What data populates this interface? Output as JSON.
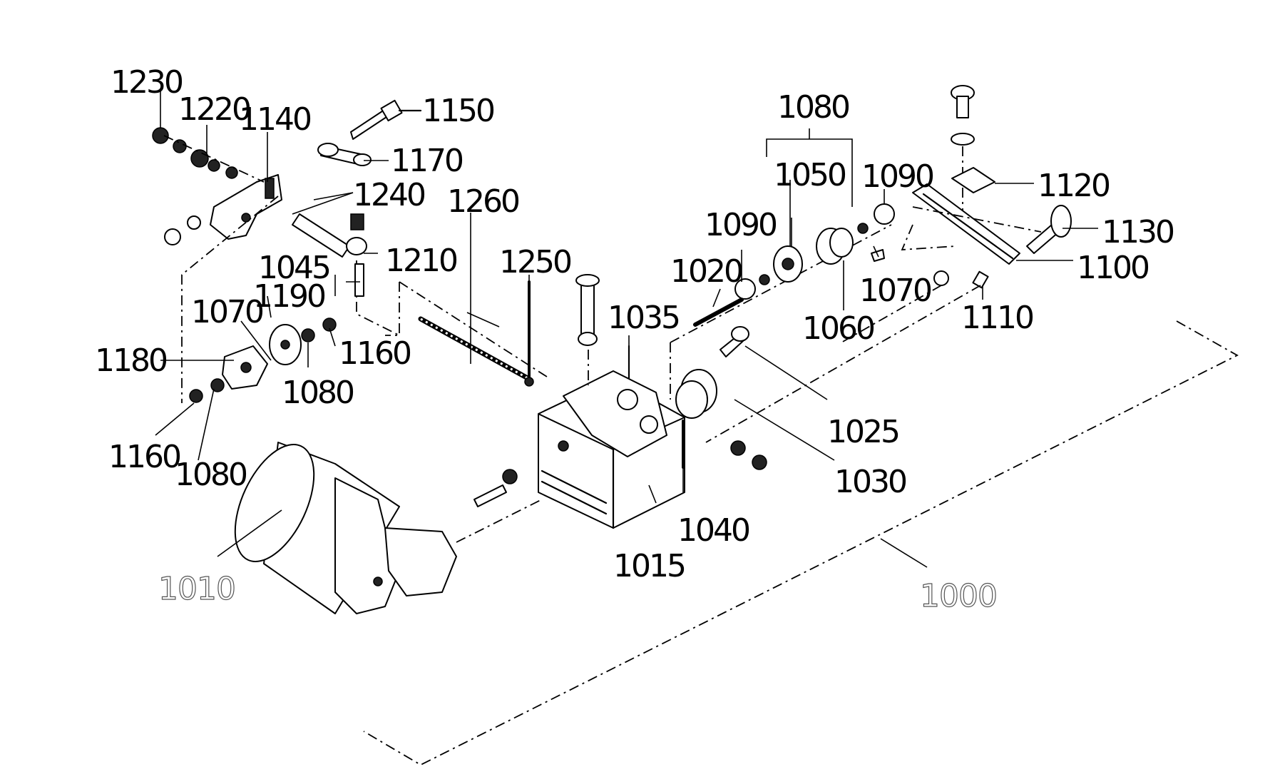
{
  "labels": {
    "p1000": "1000",
    "p1010": "1010",
    "p1015": "1015",
    "p1020": "1020",
    "p1025": "1025",
    "p1030": "1030",
    "p1035": "1035",
    "p1040": "1040",
    "p1045": "1045",
    "p1050": "1050",
    "p1060": "1060",
    "p1070_left": "1070",
    "p1070_right": "1070",
    "p1080_top": "1080",
    "p1080_mid": "1080",
    "p1080_low": "1080",
    "p1090_left": "1090",
    "p1090_right": "1090",
    "p1100": "1100",
    "p1110": "1110",
    "p1120": "1120",
    "p1130": "1130",
    "p1140": "1140",
    "p1150": "1150",
    "p1160_mid": "1160",
    "p1160_low": "1160",
    "p1170": "1170",
    "p1180": "1180",
    "p1190": "1190",
    "p1210": "1210",
    "p1220": "1220",
    "p1230": "1230",
    "p1240": "1240",
    "p1250": "1250",
    "p1260": "1260"
  }
}
